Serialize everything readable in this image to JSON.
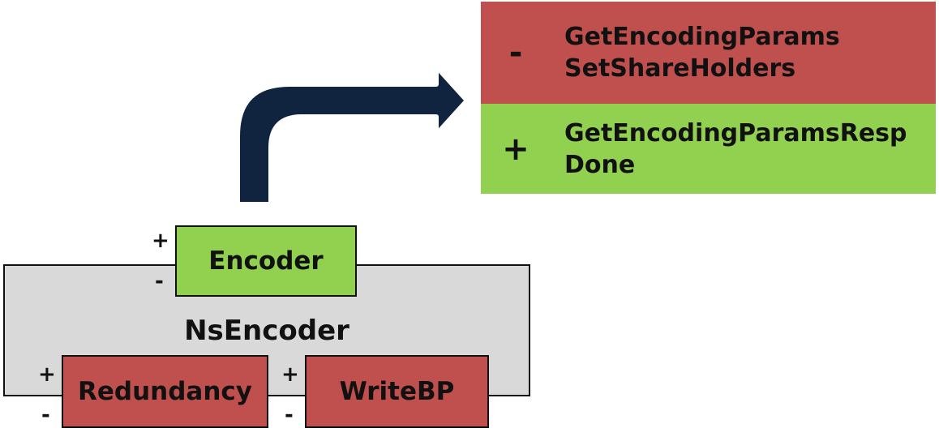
{
  "colors": {
    "red": "#c0504d",
    "green": "#92d050",
    "gray": "#d9d9d9",
    "arrow": "#11243f"
  },
  "components": {
    "outer": {
      "label": "NsEncoder"
    },
    "encoder": {
      "label": "Encoder",
      "plus": "+",
      "minus": "-"
    },
    "redundancy": {
      "label": "Redundancy",
      "plus": "+",
      "minus": "-"
    },
    "writebp": {
      "label": "WriteBP",
      "plus": "+",
      "minus": "-"
    }
  },
  "interface_panel": {
    "minus_row": {
      "sign": "-",
      "messages": [
        "GetEncodingParams",
        "SetShareHolders"
      ]
    },
    "plus_row": {
      "sign": "+",
      "messages": [
        "GetEncodingParamsResp",
        "Done"
      ]
    }
  }
}
